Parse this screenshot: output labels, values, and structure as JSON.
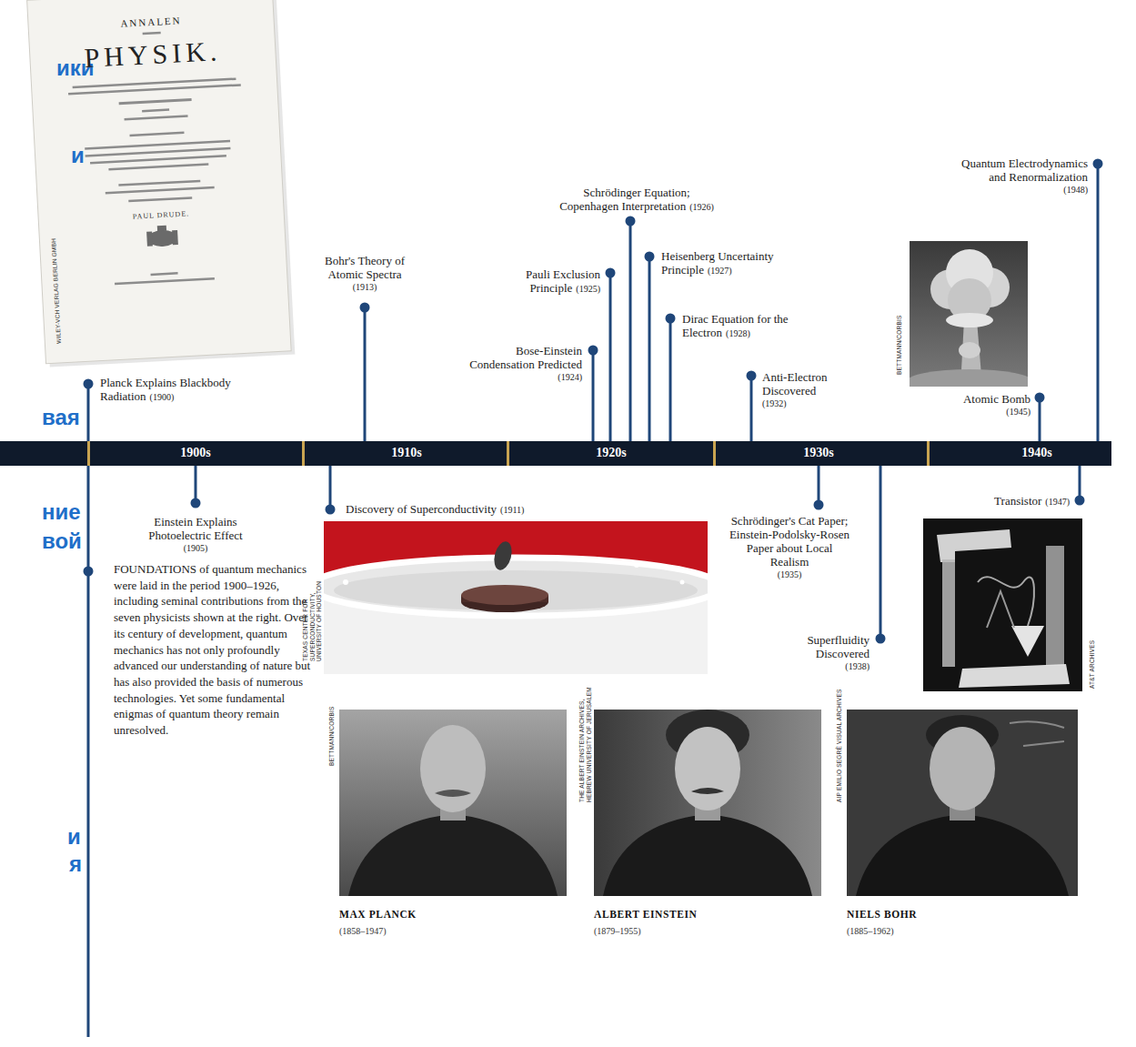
{
  "diagram": {
    "caption": "FOUNDATIONS of quantum mechanics were laid in the period 1900–1926, including seminal contributions from the seven physicists shown at the right. Over its century of development, quantum mechanics has not only profoundly advanced our understanding of nature but has also provided the basis of numerous technologies. Yet some fundamental enigmas of quantum theory remain unresolved.",
    "labels": [
      "ики",
      "и",
      "ANNALEN",
      "PHYSIK.",
      "PAUL DRUDE.",
      "WILEY-VCH VERLAG BERLIN GMBH",
      "Quantum Electrodynamics and Renormalization",
      "(1948)",
      "Schrödinger Equation; Copenhagen Interpretation",
      "(1926)",
      "Bohr's Theory of Atomic Spectra",
      "(1913)",
      "Pauli Exclusion Principle",
      "(1925)",
      "Heisenberg Uncertainty Principle",
      "(1927)",
      "Dirac Equation for the Electron",
      "(1928)",
      "Bose-Einstein Condensation Predicted",
      "(1924)",
      "BETTMANN/CORBIS",
      "Anti-Electron Discovered",
      "(1932)",
      "Atomic Bomb",
      "(1945)",
      "Planck Explains Blackbody Radiation",
      "(1900)",
      "вая",
      "1900s",
      "1910s",
      "1920s",
      "1930s",
      "1940s",
      "Einstein Explains Photoelectric Effect",
      "(1905)",
      "Discovery of Superconductivity",
      "(1911)",
      "Transistor",
      "(1947)",
      "Schrödinger's Cat Paper; Einstein-Podolsky-Rosen Paper about Local Realism",
      "(1935)",
      "ние",
      "вой",
      "TEXAS CENTER FOR SUPERCONDUCTIVITY, UNIVERSITY OF HOUSTON",
      "Superfluidity Discovered",
      "(1938)",
      "AT&T ARCHIVES",
      "BETTMANN/CORBIS",
      "THE ALBERT EINSTEIN ARCHIVES, HEBREW UNIVERSITY OF JERUSALEM",
      "AIP EMILIO SEGRÈ VISUAL ARCHIVES",
      "и",
      "я",
      "MAX PLANCK",
      "(1858–1947)",
      "ALBERT EINSTEIN",
      "(1879–1955)",
      "NIELS BOHR",
      "(1885–1962)"
    ]
  }
}
